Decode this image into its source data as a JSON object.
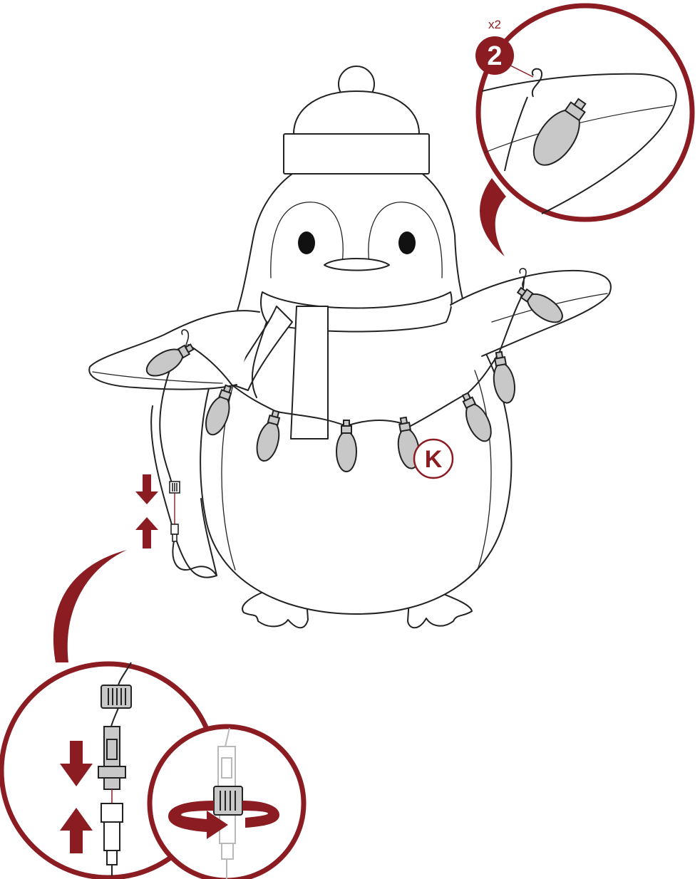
{
  "figure": {
    "step_number": "2",
    "hook_count": "x2",
    "part_label": "K"
  },
  "colors": {
    "accent": "#8b1c22",
    "bulb_fill": "#c8c8c8",
    "line": "#222222",
    "plug_light": "#b9b9b9"
  },
  "icons": [
    "penguin-illustration",
    "light-bulb-icon",
    "s-hook-icon",
    "connector-plug-icon",
    "arrow-down-icon",
    "arrow-up-icon",
    "twist-arrow-icon"
  ]
}
